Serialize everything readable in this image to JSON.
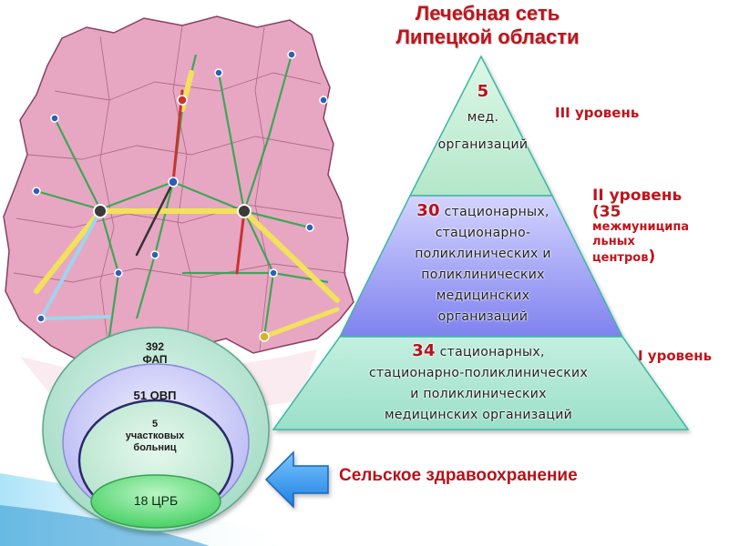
{
  "title": {
    "line1": "Лечебная сеть",
    "line2": "Липецкой области"
  },
  "pyramid": {
    "tier3": {
      "count": "5",
      "line1": "мед.",
      "line2": "организаций"
    },
    "tier2": {
      "count": "30",
      "line1": "стационарных,",
      "line2": "стационарно-",
      "line3": "поликлинических и",
      "line4": "поликлинических",
      "line5": "медицинских",
      "line6": "организаций"
    },
    "tier1": {
      "count": "34",
      "line1": "стационарных,",
      "line2": "стационарно-поликлинических",
      "line3": "и поликлинических",
      "line4": "медицинских организаций"
    }
  },
  "levels": {
    "level3": "III уровень",
    "level2": {
      "line1": "II уровень",
      "line2": "(35",
      "line3": "межмуниципа",
      "line4": "льных",
      "line5": "центров",
      "line6": ")"
    },
    "level1": "I уровень"
  },
  "rural": {
    "label": "Сельское здравоохранение",
    "circles": {
      "c1": {
        "count": "392",
        "name": "ФАП"
      },
      "c2": "51 ОВП",
      "c3": {
        "count": "5",
        "line1": "участковых",
        "line2": "больниц"
      },
      "c4": "18 ЦРБ"
    }
  },
  "colors": {
    "title_red": "#c0141c",
    "region_pink": "#e7a7c2",
    "tier3_green": "#c6efd7",
    "tier2_blue": "#8f8ff0",
    "tier1_green": "#bfeedd",
    "arrow_blue": "#3aa0f0"
  }
}
